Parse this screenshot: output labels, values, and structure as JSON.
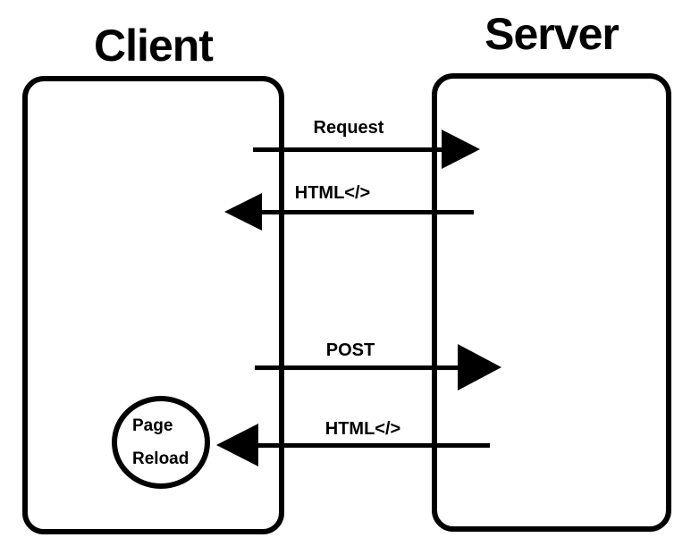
{
  "diagram": {
    "client": {
      "title": "Client"
    },
    "server": {
      "title": "Server"
    },
    "messages": [
      {
        "label": "Request",
        "direction": "right"
      },
      {
        "label": "HTML</>",
        "direction": "left"
      },
      {
        "label": "POST",
        "direction": "right"
      },
      {
        "label": "HTML</>",
        "direction": "left"
      }
    ],
    "page_reload": {
      "line1": "Page",
      "line2": "Reload"
    },
    "colors": {
      "stroke": "#000000",
      "background": "#ffffff"
    }
  }
}
